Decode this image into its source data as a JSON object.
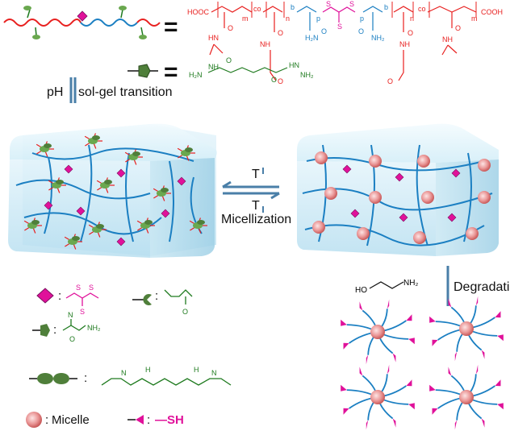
{
  "top": {
    "equals": "=",
    "polymer_left_end": "HOOC",
    "polymer_right_end": "COOH",
    "sub_m": "m",
    "sub_n": "n",
    "sub_p": "p",
    "co": "co",
    "b": "b",
    "nh": "NH",
    "hn": "HN",
    "nh2": "NH₂",
    "h2n": "H₂N",
    "o": "O",
    "s": "S",
    "crosslinker_left": "H₂N",
    "crosslinker_nh": "NH",
    "crosslinker_right": "NH₂",
    "crosslinker_hn": "HN"
  },
  "steps": {
    "ph": "pH",
    "sol_gel": "sol-gel transition",
    "t_up": "T",
    "t_down": "T",
    "micellization": "Micellization",
    "degradation": "Degradation",
    "ethanolamine_ho": "HO",
    "ethanolamine_nh2": "NH₂"
  },
  "legend": {
    "colon": ":",
    "trithiocarbonate_s": "S",
    "ketone_o": "O",
    "hydrazide_nh": "N",
    "hydrazide_nh2": "NH₂",
    "hydrazide_o": "O",
    "linker_n": "N",
    "linker_hn": "N",
    "linker_h": "H",
    "micelle_label": "Micelle",
    "sh_label": "—SH"
  },
  "colors": {
    "red": "#e8201f",
    "blue": "#1b7fc2",
    "magenta": "#e0119a",
    "green": "#1e7a1e",
    "gel": "#cfeaf5",
    "micelle": "#e88a8a"
  }
}
